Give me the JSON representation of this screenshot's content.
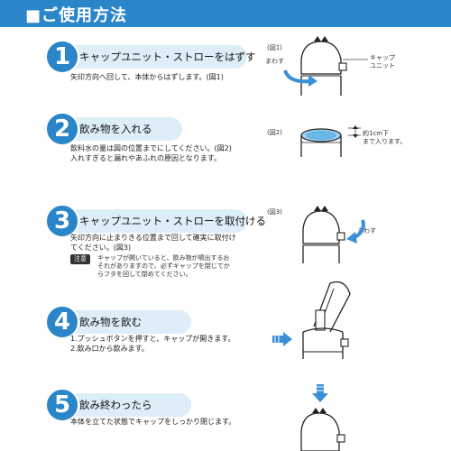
{
  "header": {
    "title": "■ご使用方法"
  },
  "steps": [
    {
      "number": "1",
      "title": "キャップユニット・ストローをはずす",
      "desc": [
        "矢印方向へ回して、本体からはずします。(図1)"
      ]
    },
    {
      "number": "2",
      "title": "飲み物を入れる",
      "desc": [
        "飲料水の量は図の位置までにしてください。(図2)",
        "入れすぎると漏れやあふれの原因となります。"
      ]
    },
    {
      "number": "3",
      "title": "キャップユニット・ストローを取付ける",
      "desc": [
        "矢印方向に止まりきる位置まで回して確実に取付け",
        "てください。(図3)"
      ],
      "note_badge": "注意",
      "note": [
        "キャップが開いていると、飲み物が噴出するお",
        "それがありますので、必ずキャップを閉じてか",
        "らフタを回して閉めてください。"
      ]
    },
    {
      "number": "4",
      "title": "飲み物を飲む",
      "desc": [
        "1.プッシュボタンを押すと、キャップが開きます。",
        "2.飲み口から飲みます。"
      ]
    },
    {
      "number": "5",
      "title": "飲み終わったら",
      "desc": [
        "本体を立てた状態でキャップをしっかり閉じます。"
      ]
    }
  ],
  "figures": {
    "fig1": {
      "label": "(図1)",
      "rotate": "まわす",
      "part_line1": "キャップ",
      "part_line2": "ユニット"
    },
    "fig2": {
      "label": "(図2)",
      "level_line1": "約1cm下",
      "level_line2": "まで入ります。"
    },
    "fig3": {
      "label": "(図3)",
      "rotate": "まわす"
    }
  },
  "colors": {
    "accent": "#2a85c9",
    "bar": "#ddeef9",
    "arrow": "#3a8fd6"
  }
}
